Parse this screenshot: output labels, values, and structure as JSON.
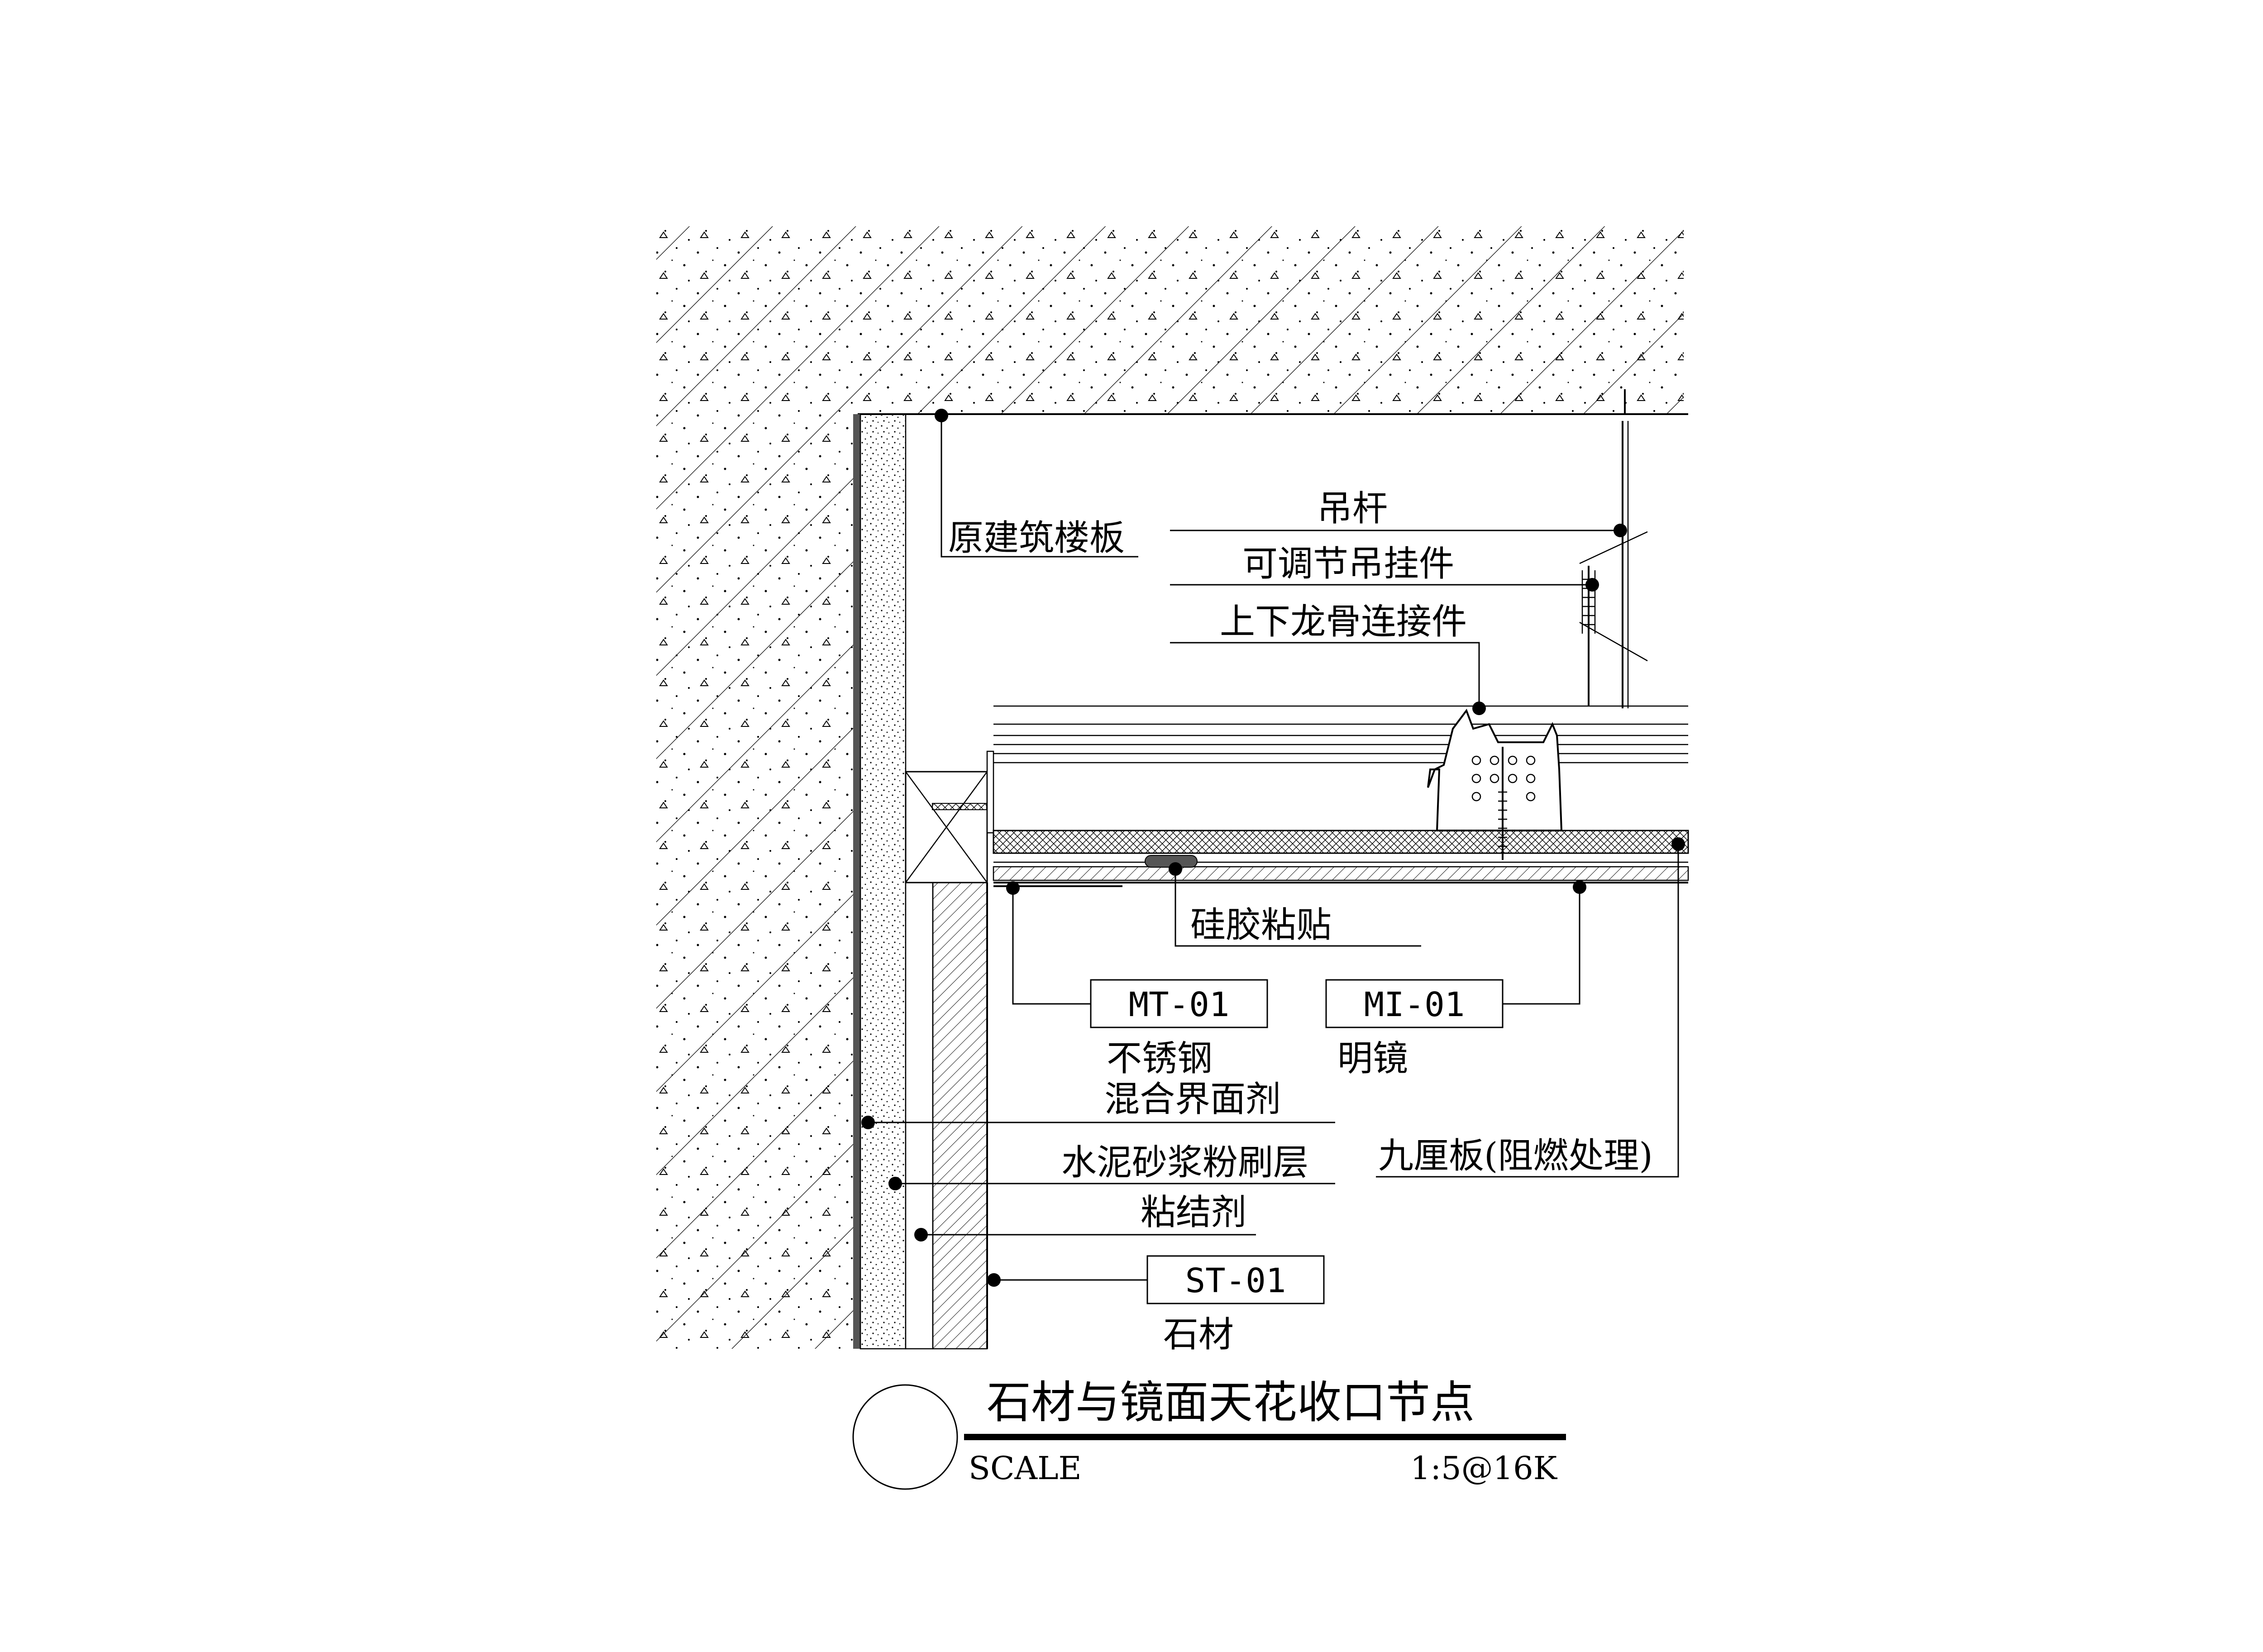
{
  "drawing": {
    "title": "石材与镜面天花收口节点",
    "scale_label": "SCALE",
    "scale_value": "1:5@16K"
  },
  "labels": {
    "floor_slab": "原建筑楼板",
    "hanger_rod": "吊杆",
    "adjustable_hanger": "可调节吊挂件",
    "keel_connector": "上下龙骨连接件",
    "silicone": "硅胶粘贴",
    "mt_code": "MT-01",
    "mt_name": "不锈钢",
    "mi_code": "MI-01",
    "mi_name": "明镜",
    "interface_agent": "混合界面剂",
    "cement_mortar": "水泥砂浆粉刷层",
    "plywood": "九厘板(阻燃处理)",
    "adhesive": "粘结剂",
    "st_code": "ST-01",
    "st_name": "石材"
  },
  "colors": {
    "line": "#000000",
    "background": "#ffffff",
    "silicone_fill": "#555555"
  }
}
